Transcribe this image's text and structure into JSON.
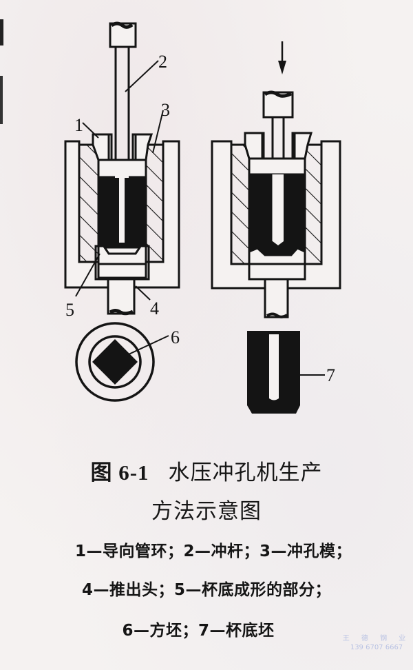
{
  "figure": {
    "number": "图 6-1",
    "title_line1": "水压冲孔机生产",
    "title_line2": "方法示意图",
    "part_labels": {
      "p1": "1",
      "p2": "2",
      "p3": "3",
      "p4": "4",
      "p5": "5",
      "p6": "6",
      "p7": "7"
    },
    "legend": {
      "line1": "1—导向管环；2—冲杆；3—冲孔模；",
      "line2": "4—推出头；5—杯底成形的部分；",
      "line3": "6—方坯；7—杯底坯"
    },
    "legend_items": [
      {
        "id": "1",
        "name": "导向管环"
      },
      {
        "id": "2",
        "name": "冲杆"
      },
      {
        "id": "3",
        "name": "冲孔模"
      },
      {
        "id": "4",
        "name": "推出头"
      },
      {
        "id": "5",
        "name": "杯底成形的部分"
      },
      {
        "id": "6",
        "name": "方坯"
      },
      {
        "id": "7",
        "name": "杯底坯"
      }
    ]
  },
  "watermark": {
    "name": "王 德 钢 业",
    "phone": "139 6707 6667"
  },
  "colors": {
    "ink": "#141414",
    "paper": "#f5f2f1",
    "watermark": "#b9c2e3"
  }
}
